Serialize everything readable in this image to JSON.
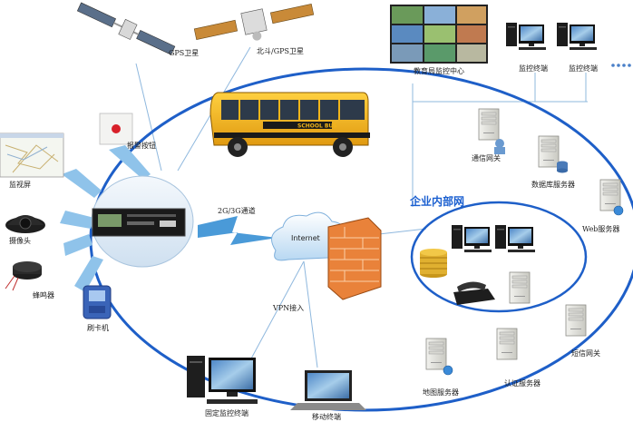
{
  "labels": {
    "gps_satellite": "GPS卫星",
    "beidou_satellite": "北斗/GPS卫星",
    "edu_monitor_center": "教育局监控中心",
    "monitor_terminal_1": "监控终端",
    "monitor_terminal_2": "监控终端",
    "alarm_button": "报警按钮",
    "monitor_screen": "监视屏",
    "camera": "摄像头",
    "buzzer": "蜂鸣器",
    "card_reader": "刷卡机",
    "network_channel": "2G/3G通道",
    "internet": "Internet",
    "vpn_access": "VPN接入",
    "fixed_monitor_terminal": "固定监控终端",
    "mobile_terminal": "移动终端",
    "enterprise_network": "企业内部网",
    "comm_gateway": "通信网关",
    "db_server": "数据库服务器",
    "web_server": "Web服务器",
    "sms_gateway": "短信网关",
    "auth_server": "认证服务器",
    "map_server": "地图服务器",
    "school_bus": "SCHOOL BUS"
  },
  "colors": {
    "ring": "#1e5fc8",
    "arrow": "#8fc3ea",
    "bus_body": "#f2b51a",
    "enterprise_label": "#1a5fd0"
  },
  "icons": [
    "satellite-icon",
    "alarm-button-icon",
    "gps-monitor-device-icon",
    "dome-camera-icon",
    "buzzer-icon",
    "card-reader-icon",
    "map-screen-icon",
    "video-wall-icon",
    "desktop-computer-icon",
    "server-icon",
    "cloud-icon",
    "firewall-icon",
    "lightning-icon",
    "phone-icon",
    "coin-stack-icon",
    "laptop-icon",
    "school-bus-icon"
  ]
}
